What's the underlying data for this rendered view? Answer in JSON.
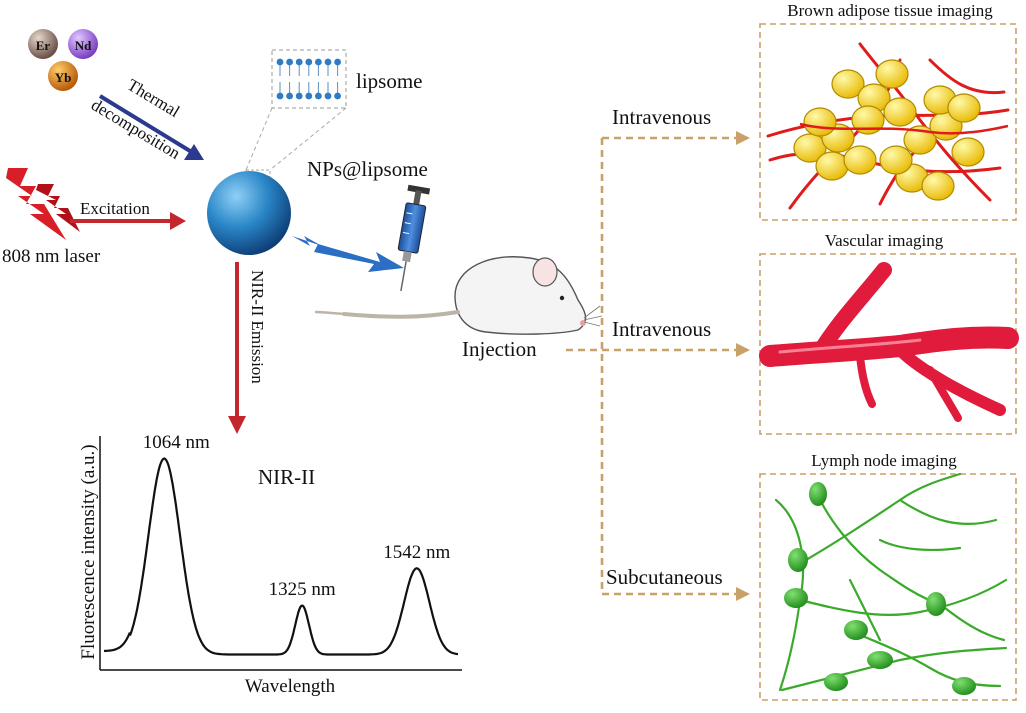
{
  "synthesis": {
    "elements": [
      "Er",
      "Nd",
      "Yb"
    ],
    "element_colors": {
      "Er": "#8a7268",
      "Nd": "#9b6fd0",
      "Yb": "#d47a18"
    },
    "thermal_label_1": "Thermal",
    "thermal_label_2": "decomposition",
    "liposome_label": "lipsome",
    "np_label": "NPs@lipsome"
  },
  "excitation": {
    "label": "Excitation",
    "laser_label": "808 nm laser"
  },
  "emission": {
    "label": "NIR-II Emission"
  },
  "injection": {
    "label": "Injection"
  },
  "routes": {
    "top": "Intravenous",
    "middle": "Intravenous",
    "bottom": "Subcutaneous"
  },
  "panels": {
    "bat_title": "Brown adipose tissue imaging",
    "vascular_title": "Vascular imaging",
    "lymph_title": "Lymph node imaging"
  },
  "chart_data": {
    "type": "line",
    "title": "NIR-II",
    "xlabel": "Wavelength",
    "ylabel": "Fluorescence intensity (a.u.)",
    "peaks": [
      {
        "label": "1064 nm",
        "wavelength": 1064,
        "relative_intensity": 1.0
      },
      {
        "label": "1325 nm",
        "wavelength": 1325,
        "relative_intensity": 0.25
      },
      {
        "label": "1542 nm",
        "wavelength": 1542,
        "relative_intensity": 0.44
      }
    ]
  },
  "colors": {
    "red_arrow": "#c4262e",
    "blue_arrow": "#2b3a8f",
    "dashed": "#c8a06a",
    "fat": "#f4d41a",
    "vessel": "#e01b3c",
    "lymph": "#3aaa2a"
  }
}
